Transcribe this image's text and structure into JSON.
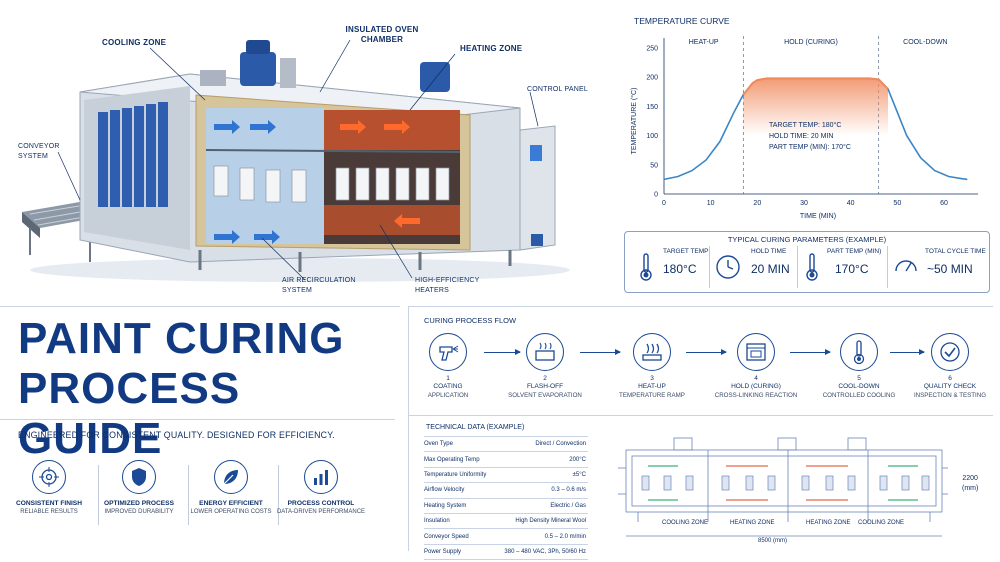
{
  "labels": {
    "cooling_zone": "COOLING ZONE",
    "insulated_chamber": "INSULATED OVEN CHAMBER",
    "heating_zone": "HEATING ZONE",
    "control_panel": "CONTROL PANEL",
    "conveyor_system": "CONVEYOR SYSTEM",
    "air_recirculation": "AIR RECIRCULATION SYSTEM",
    "heaters": "HIGH-EFFICIENCY HEATERS"
  },
  "chart_data": {
    "type": "line",
    "title": "TEMPERATURE CURVE",
    "xlabel": "TIME (MIN)",
    "ylabel": "TEMPERATURE (°C)",
    "xlim": [
      0,
      66
    ],
    "ylim": [
      0,
      250
    ],
    "xticks": [
      0,
      10,
      20,
      30,
      40,
      50,
      60
    ],
    "yticks": [
      0,
      50,
      100,
      150,
      200,
      250
    ],
    "phases": [
      {
        "name": "HEAT-UP",
        "start": 0,
        "end": 17
      },
      {
        "name": "HOLD (CURING)",
        "start": 17,
        "end": 46
      },
      {
        "name": "COOL-DOWN",
        "start": 46,
        "end": 66
      }
    ],
    "series": [
      {
        "x": [
          0,
          3,
          6,
          9,
          12,
          15,
          17,
          19,
          20,
          22,
          25,
          30,
          35,
          40,
          44,
          46,
          48,
          50,
          52,
          55,
          58,
          61,
          64,
          65
        ],
        "y": [
          25,
          30,
          40,
          58,
          90,
          140,
          170,
          190,
          195,
          198,
          198,
          198,
          198,
          198,
          198,
          196,
          180,
          140,
          100,
          62,
          40,
          30,
          26,
          25
        ]
      }
    ],
    "annotations": [
      "TARGET TEMP: 180°C",
      "HOLD TIME:      20 MIN",
      "PART TEMP (MIN): 170°C"
    ],
    "grid": false,
    "colors": {
      "line": "#3b86c6",
      "fill": "#f08a5d"
    }
  },
  "params": {
    "title": "TYPICAL CURING PARAMETERS (EXAMPLE)",
    "items": [
      {
        "label": "TARGET TEMP",
        "value": "180°C",
        "icon": "thermometer-icon"
      },
      {
        "label": "HOLD TIME",
        "value": "20 MIN",
        "icon": "clock-icon"
      },
      {
        "label": "PART TEMP (MIN)",
        "value": "170°C",
        "icon": "thermometer-icon"
      },
      {
        "label": "TOTAL CYCLE TIME",
        "value": "~50 MIN",
        "icon": "gauge-icon"
      }
    ]
  },
  "headline": {
    "line1": "PAINT CURING",
    "line2": "PROCESS GUIDE"
  },
  "tagline": "ENGINEERED FOR CONSISTENT QUALITY. DESIGNED FOR EFFICIENCY.",
  "features": [
    {
      "title": "CONSISTENT FINISH",
      "sub": "RELIABLE RESULTS",
      "icon": "target-icon"
    },
    {
      "title": "OPTIMIZED PROCESS",
      "sub": "IMPROVED DURABILITY",
      "icon": "shield-icon"
    },
    {
      "title": "ENERGY EFFICIENT",
      "sub": "LOWER OPERATING COSTS",
      "icon": "leaf-icon"
    },
    {
      "title": "PROCESS CONTROL",
      "sub": "DATA-DRIVEN PERFORMANCE",
      "icon": "bar-chart-icon"
    }
  ],
  "flow": {
    "title": "CURING PROCESS FLOW",
    "steps": [
      {
        "num": "1",
        "title": "COATING",
        "sub": "APPLICATION",
        "icon": "spray-gun-icon"
      },
      {
        "num": "2",
        "title": "FLASH-OFF",
        "sub": "SOLVENT EVAPORATION",
        "icon": "evaporation-icon"
      },
      {
        "num": "3",
        "title": "HEAT-UP",
        "sub": "TEMPERATURE RAMP",
        "icon": "heat-icon"
      },
      {
        "num": "4",
        "title": "HOLD (CURING)",
        "sub": "CROSS-LINKING REACTION",
        "icon": "oven-icon"
      },
      {
        "num": "5",
        "title": "COOL-DOWN",
        "sub": "CONTROLLED COOLING",
        "icon": "thermometer-icon"
      },
      {
        "num": "6",
        "title": "QUALITY CHECK",
        "sub": "INSPECTION & TESTING",
        "icon": "check-icon"
      }
    ]
  },
  "tech": {
    "title": "TECHNICAL DATA (EXAMPLE)",
    "rows": [
      [
        "Oven Type",
        "Direct / Convection"
      ],
      [
        "Max Operating Temp",
        "200°C"
      ],
      [
        "Temperature Uniformity",
        "±5°C"
      ],
      [
        "Airflow Velocity",
        "0.3 – 0.6 m/s"
      ],
      [
        "Heating System",
        "Electric / Gas"
      ],
      [
        "Insulation",
        "High Density Mineral Wool"
      ],
      [
        "Conveyor Speed",
        "0.5 – 2.0 m/min"
      ],
      [
        "Power Supply",
        "380 – 480 VAC, 3Ph, 50/60 Hz"
      ]
    ]
  },
  "drawing": {
    "zones": [
      "COOLING ZONE",
      "HEATING ZONE",
      "HEATING ZONE",
      "COOLING ZONE"
    ],
    "width_label": "8500 (mm)",
    "height_label": "2200\n(mm)"
  }
}
